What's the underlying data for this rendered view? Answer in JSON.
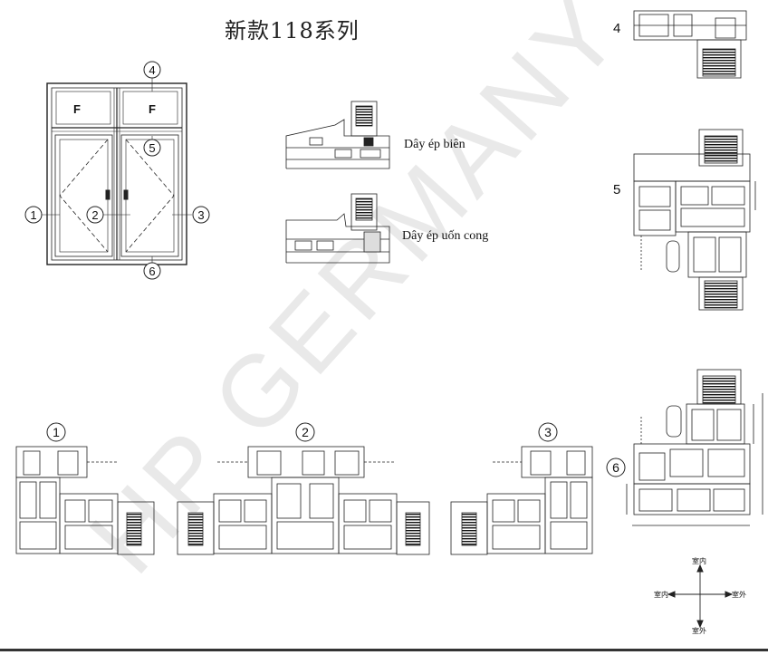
{
  "title": "新款118系列",
  "fixed_panel_label": "F",
  "callouts": [
    "1",
    "2",
    "3",
    "4",
    "5",
    "6"
  ],
  "captions": {
    "bead_flat": "Dây ép biên",
    "bead_curved": "Dây ép uốn cong"
  },
  "compass": {
    "up": "室内",
    "left": "室内",
    "right": "室外",
    "down": "室外"
  },
  "watermark": "HP GERMANY",
  "colors": {
    "line": "#222222",
    "watermark": "#e6e6e6"
  }
}
